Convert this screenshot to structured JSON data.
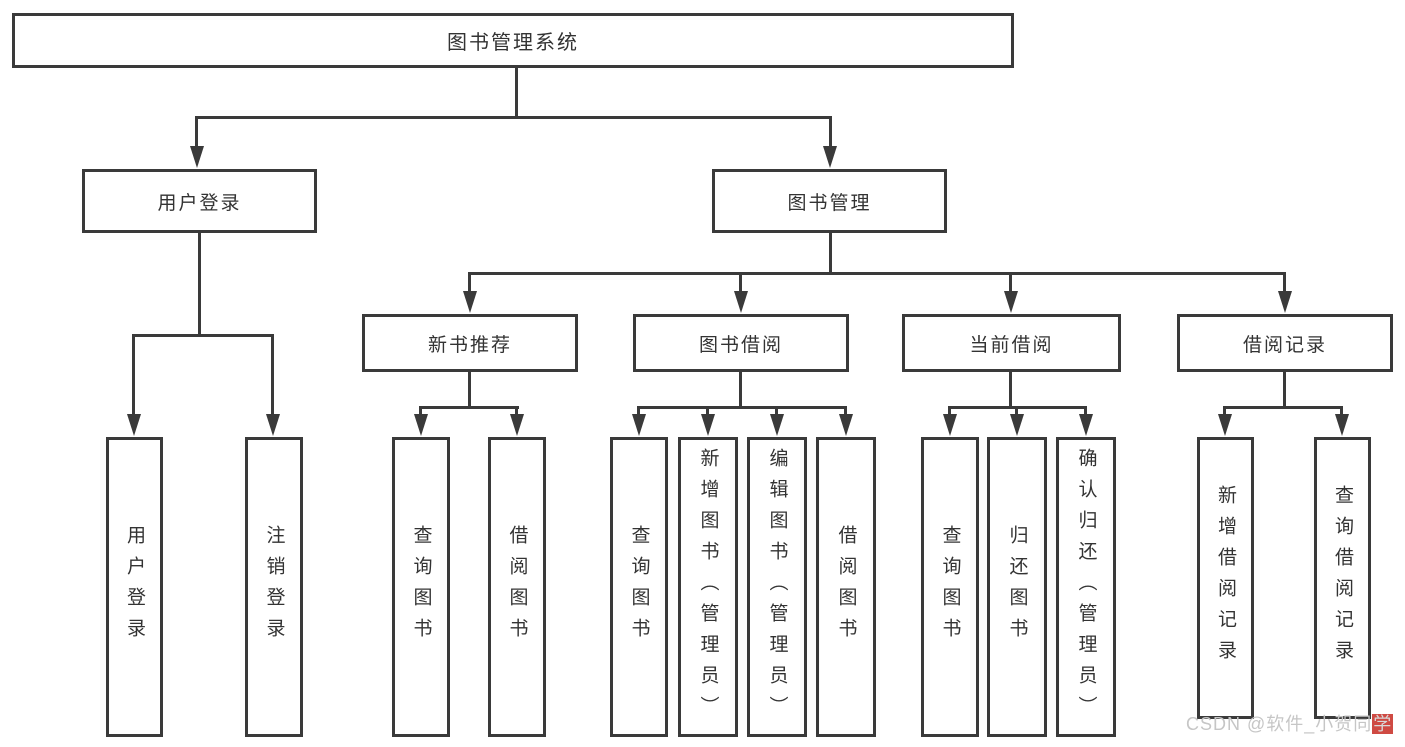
{
  "colors": {
    "line": "#3a3a3a",
    "text": "#333333",
    "box_bg": "#ffffff",
    "wm_text": "#c6c6c6",
    "wm_accent": "#cf4a43"
  },
  "tree": {
    "root": {
      "label": "图书管理系统"
    },
    "level1": [
      {
        "label": "用户登录",
        "leaves": [
          "用户登录",
          "注销登录"
        ]
      },
      {
        "label": "图书管理",
        "children": [
          {
            "label": "新书推荐",
            "leaves": [
              "查询图书",
              "借阅图书"
            ]
          },
          {
            "label": "图书借阅",
            "leaves": [
              "查询图书",
              "新增图书（管理员）",
              "编辑图书（管理员）",
              "借阅图书"
            ]
          },
          {
            "label": "当前借阅",
            "leaves": [
              "查询图书",
              "归还图书",
              "确认归还（管理员）"
            ]
          },
          {
            "label": "借阅记录",
            "leaves": [
              "新增借阅记录",
              "查询借阅记录"
            ]
          }
        ]
      }
    ]
  },
  "watermark": {
    "prefix": "CSDN @软件_小贺同",
    "accent": "学"
  }
}
